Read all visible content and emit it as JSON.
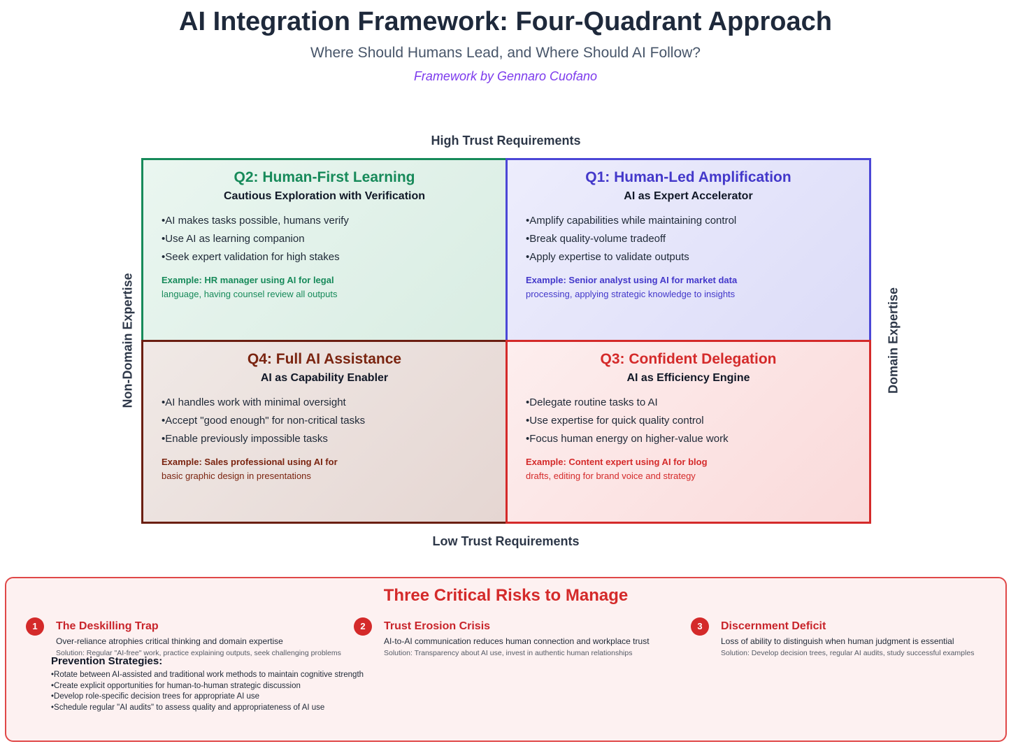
{
  "header": {
    "title": "AI Integration Framework: Four-Quadrant Approach",
    "subtitle": "Where Should Humans Lead, and Where Should AI Follow?",
    "byline": "Framework by Gennaro Cuofano"
  },
  "axes": {
    "top": "High Trust Requirements",
    "bottom": "Low Trust Requirements",
    "left": "Non-Domain Expertise",
    "right": "Domain Expertise"
  },
  "quadrants": {
    "q2": {
      "title": "Q2: Human-First Learning",
      "subtitle": "Cautious Exploration with Verification",
      "points": [
        "AI makes tasks possible, humans verify",
        "Use AI as learning companion",
        "Seek expert validation for high stakes"
      ],
      "example_lead": "Example: HR manager using AI for legal",
      "example_rest": "language, having counsel review all outputs",
      "color": "#178a5a"
    },
    "q1": {
      "title": "Q1: Human-Led Amplification",
      "subtitle": "AI as Expert Accelerator",
      "points": [
        "Amplify capabilities while maintaining control",
        "Break quality-volume tradeoff",
        "Apply expertise to validate outputs"
      ],
      "example_lead": "Example: Senior analyst using AI for market data",
      "example_rest": "processing, applying strategic knowledge to insights",
      "color": "#4338ca"
    },
    "q4": {
      "title": "Q4: Full AI Assistance",
      "subtitle": "AI as Capability Enabler",
      "points": [
        "AI handles work with minimal oversight",
        "Accept \"good enough\" for non-critical tasks",
        "Enable previously impossible tasks"
      ],
      "example_lead": "Example: Sales professional using AI for",
      "example_rest": "basic graphic design in presentations",
      "color": "#7a2410"
    },
    "q3": {
      "title": "Q3: Confident Delegation",
      "subtitle": "AI as Efficiency Engine",
      "points": [
        "Delegate routine tasks to AI",
        "Use expertise for quick quality control",
        "Focus human energy on higher-value work"
      ],
      "example_lead": "Example: Content expert using AI for blog",
      "example_rest": "drafts, editing for brand voice and strategy",
      "color": "#d42a2a"
    }
  },
  "risks": {
    "title": "Three Critical Risks to Manage",
    "items": [
      {
        "number": "1",
        "title": "The Deskilling Trap",
        "description": "Over-reliance atrophies critical thinking and domain expertise",
        "solution": "Solution: Regular \"AI-free\" work, practice explaining outputs, seek challenging problems"
      },
      {
        "number": "2",
        "title": "Trust Erosion Crisis",
        "description": "AI-to-AI communication reduces human connection and workplace trust",
        "solution": "Solution: Transparency about AI use, invest in authentic human relationships"
      },
      {
        "number": "3",
        "title": "Discernment Deficit",
        "description": "Loss of ability to distinguish when human judgment is essential",
        "solution": "Solution: Develop decision trees, regular AI audits, study successful examples"
      }
    ],
    "prevention": {
      "title": "Prevention Strategies:",
      "items": [
        "Rotate between AI-assisted and traditional work methods to maintain cognitive strength",
        "Create explicit opportunities for human-to-human strategic discussion",
        "Develop role-specific decision trees for appropriate AI use",
        "Schedule regular \"AI audits\" to assess quality and appropriateness of AI use"
      ]
    }
  }
}
